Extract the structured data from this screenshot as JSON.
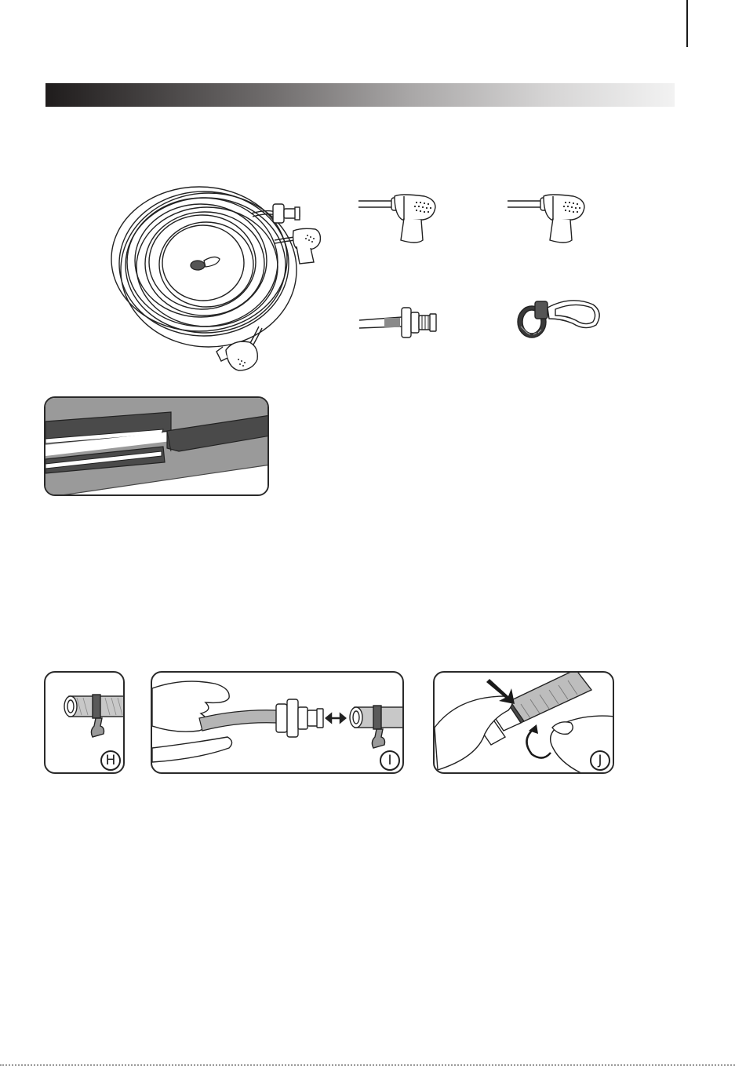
{
  "page": {
    "accent_colors": {
      "bar_start": "#1f1c1c",
      "bar_end": "#f2f2f2",
      "line": "#1a1a1a"
    }
  },
  "components": [
    {
      "icon": "coiled-hose-icon"
    },
    {
      "icon": "spray-nozzle-icon"
    },
    {
      "icon": "spray-nozzle-icon"
    },
    {
      "icon": "hose-connector-icon"
    },
    {
      "icon": "hose-clamp-icon"
    }
  ],
  "steps": [
    {
      "label": "H",
      "icon": "clamp-on-hose-icon"
    },
    {
      "label": "I",
      "icon": "connect-hose-icon"
    },
    {
      "label": "J",
      "icon": "tighten-clamp-icon"
    }
  ]
}
